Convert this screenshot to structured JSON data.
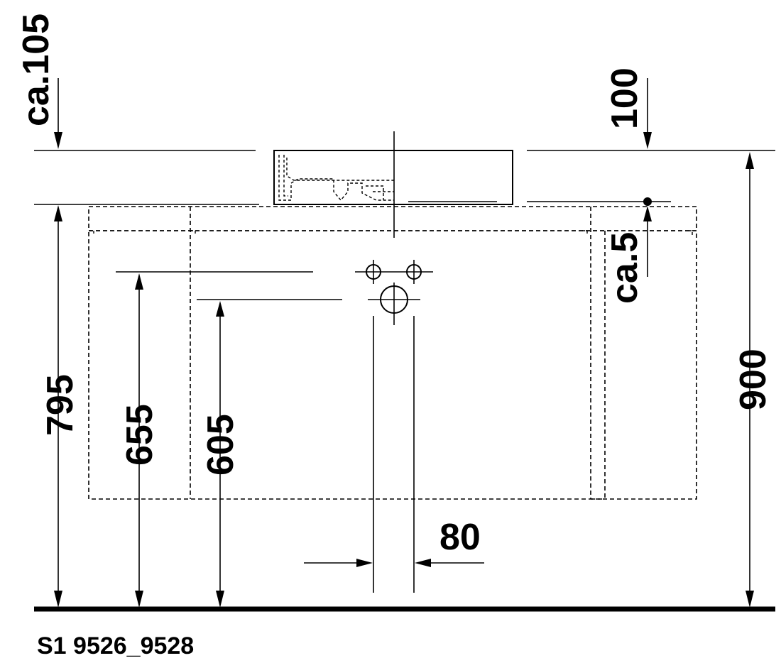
{
  "drawing": {
    "dimensions": {
      "overflow_top": "ca.105",
      "basin_height": "100",
      "countertop_gap": "ca.5",
      "counter_height": "900",
      "total_left": "795",
      "supply_height": "655",
      "drain_height": "605",
      "pipe_spacing": "80"
    },
    "drawing_code": "S1 9526_9528"
  }
}
